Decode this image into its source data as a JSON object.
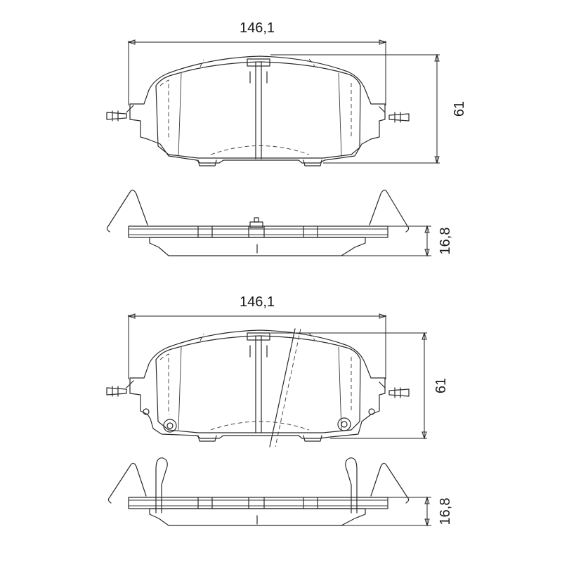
{
  "views": {
    "pad1_front": {
      "width_label": "146,1",
      "height_label": "61"
    },
    "pad1_side": {
      "thickness_label": "16,8"
    },
    "pad2_front": {
      "width_label": "146,1",
      "height_label": "61"
    },
    "pad2_side": {
      "thickness_label": "16,8"
    }
  },
  "colors": {
    "line": "#2a2a2a",
    "background": "#ffffff"
  }
}
